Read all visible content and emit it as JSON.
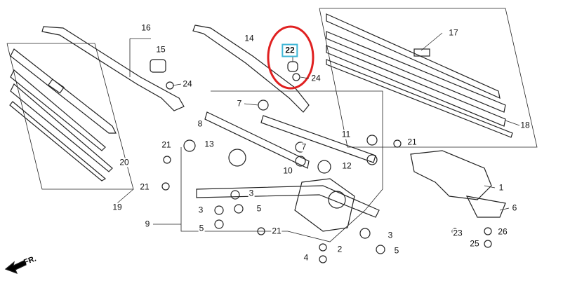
{
  "title": "Windshield wiper parts diagram",
  "front_marker": "FR.",
  "highlight_color": "#e02020",
  "box_color": "#3fb6d6",
  "labels": [
    "16",
    "15",
    "24",
    "14",
    "22",
    "24",
    "17",
    "18",
    "7",
    "8",
    "13",
    "11",
    "21",
    "7",
    "12",
    "10",
    "21",
    "20",
    "21",
    "19",
    "1",
    "6",
    "3",
    "3",
    "5",
    "9",
    "5",
    "21",
    "3",
    "23",
    "26",
    "25",
    "2",
    "5",
    "4"
  ],
  "highlighted_part": "22"
}
